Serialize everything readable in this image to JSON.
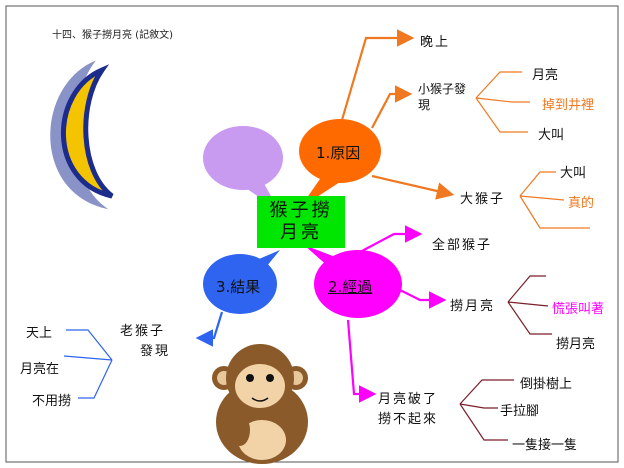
{
  "document": {
    "title": "十四、猴子撈月亮 (記敘文)"
  },
  "center": {
    "line1": "猴子撈",
    "line2": "月亮"
  },
  "bubbles": {
    "cause": {
      "label": "1.原因",
      "color": "#ff6a00"
    },
    "process": {
      "label": "2.經過",
      "color": "#ff00ff"
    },
    "result": {
      "label": "3.結果",
      "color": "#2e64f0"
    },
    "empty": {
      "label": "",
      "color": "#c89af0"
    }
  },
  "cause": {
    "evening": "晚上",
    "little_monkey": {
      "line1": "小猴子發",
      "line2": "現",
      "leaves": [
        "月亮",
        "掉到井裡",
        "大叫"
      ]
    },
    "big_monkey": {
      "label": "大猴子",
      "leaves": [
        "大叫",
        "真的"
      ]
    }
  },
  "process": {
    "all_monkeys": "全部猴子",
    "scoop_moon": {
      "label": "撈月亮",
      "leaves": [
        "慌張叫著",
        "撈月亮"
      ]
    },
    "moon_broken": {
      "line1": "月亮破了",
      "line2": "撈不起來",
      "leaves": [
        "倒掛樹上",
        "手拉腳",
        "一隻接一隻"
      ]
    }
  },
  "result": {
    "old_monkey": {
      "line1": "老猴子",
      "line2": "發現",
      "leaves": [
        "天上",
        "月亮在",
        "不用撈"
      ]
    }
  },
  "colors": {
    "orange": "#f07820",
    "magenta": "#ff00ff",
    "blue": "#2e64f0",
    "moon": "#f5c400",
    "moon_glow": "#2a3a9a",
    "center": "#00e600"
  },
  "icons": [
    "crescent-moon-icon",
    "monkey-icon"
  ]
}
